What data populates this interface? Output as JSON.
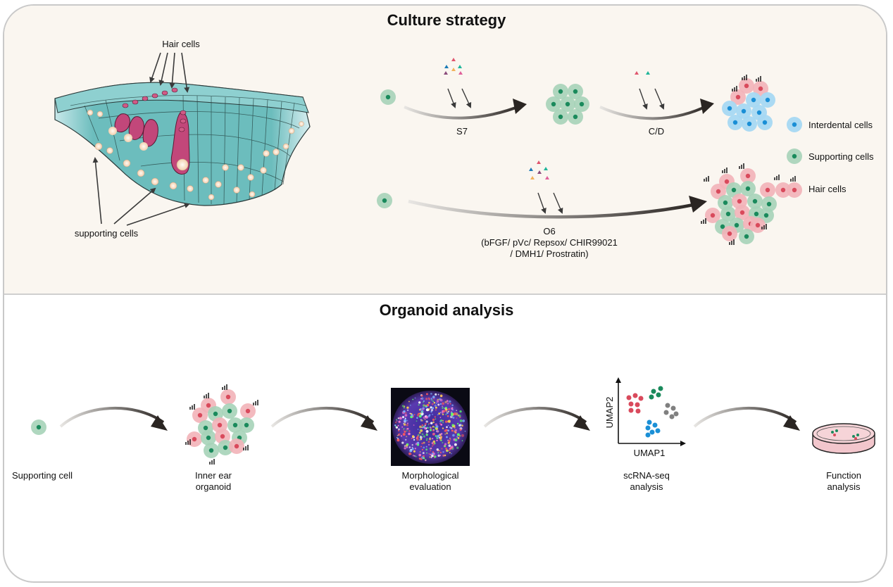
{
  "titles": {
    "culture": "Culture strategy",
    "organoid": "Organoid analysis"
  },
  "anatomy": {
    "hair_cells_label": "Hair cells",
    "supporting_cells_label": "supporting cells"
  },
  "protocols": {
    "s7": "S7",
    "cd": "C/D",
    "o6": "O6",
    "o6_line2": "(bFGF/ pVc/ Repsox/ CHIR99021",
    "o6_line3": "/ DMH1/ Prostratin)"
  },
  "legend": {
    "interdental": "Interdental cells",
    "supporting": "Supporting cells",
    "hair": "Hair cells"
  },
  "workflow": {
    "step1": "Supporting cell",
    "step2_line1": "Inner ear",
    "step2_line2": "organoid",
    "step3_line1": "Morphological",
    "step3_line2": "evaluation",
    "step4_line1": "scRNA-seq",
    "step4_line2": "analysis",
    "step5_line1": "Function",
    "step5_line2": "analysis"
  },
  "umap": {
    "xlabel": "UMAP1",
    "ylabel": "UMAP2"
  },
  "colors": {
    "supporting_fill": "#a6d3b8",
    "supporting_nucleus": "#1a8a5c",
    "hair_fill": "#f2b3b8",
    "hair_nucleus": "#d94a5c",
    "interdental_fill": "#a6d8f2",
    "interdental_nucleus": "#1a8fd6",
    "epithelium": "#6cbdbd",
    "hair_cell_body": "#c2477a"
  }
}
